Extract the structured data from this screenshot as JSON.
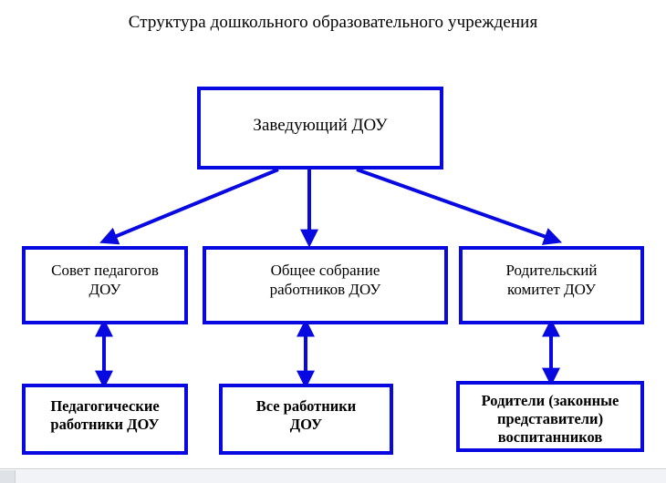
{
  "page": {
    "title": "Структура дошкольного образовательного учреждения",
    "accent_color": "#0808e0",
    "background_color": "#ffffff",
    "text_color": "#000000"
  },
  "nodes": {
    "head": {
      "label": "Заведующий ДОУ",
      "level": 1
    },
    "level2": [
      {
        "id": "teachers-council",
        "label": "Совет педагогов\nДОУ"
      },
      {
        "id": "general-meeting",
        "label": "Общее собрание\nработников ДОУ"
      },
      {
        "id": "parent-committee",
        "label": "Родительский\nкомитет ДОУ"
      }
    ],
    "level3": [
      {
        "id": "pedagogical-staff",
        "label": "Педагогические\nработники ДОУ"
      },
      {
        "id": "all-staff",
        "label": "Все работники\nДОУ"
      },
      {
        "id": "parents",
        "label": "Родители (законные\nпредставители)\nвоспитанников"
      }
    ]
  },
  "connectors": {
    "from_head": [
      {
        "to": "teachers-council",
        "style": "single-arrow-down-left"
      },
      {
        "to": "general-meeting",
        "style": "single-arrow-down"
      },
      {
        "to": "parent-committee",
        "style": "single-arrow-down-right"
      }
    ],
    "between_levels": [
      {
        "from": "teachers-council",
        "to": "pedagogical-staff",
        "style": "double-arrow-vertical"
      },
      {
        "from": "general-meeting",
        "to": "all-staff",
        "style": "double-arrow-vertical"
      },
      {
        "from": "parent-committee",
        "to": "parents",
        "style": "double-arrow-vertical"
      }
    ]
  }
}
